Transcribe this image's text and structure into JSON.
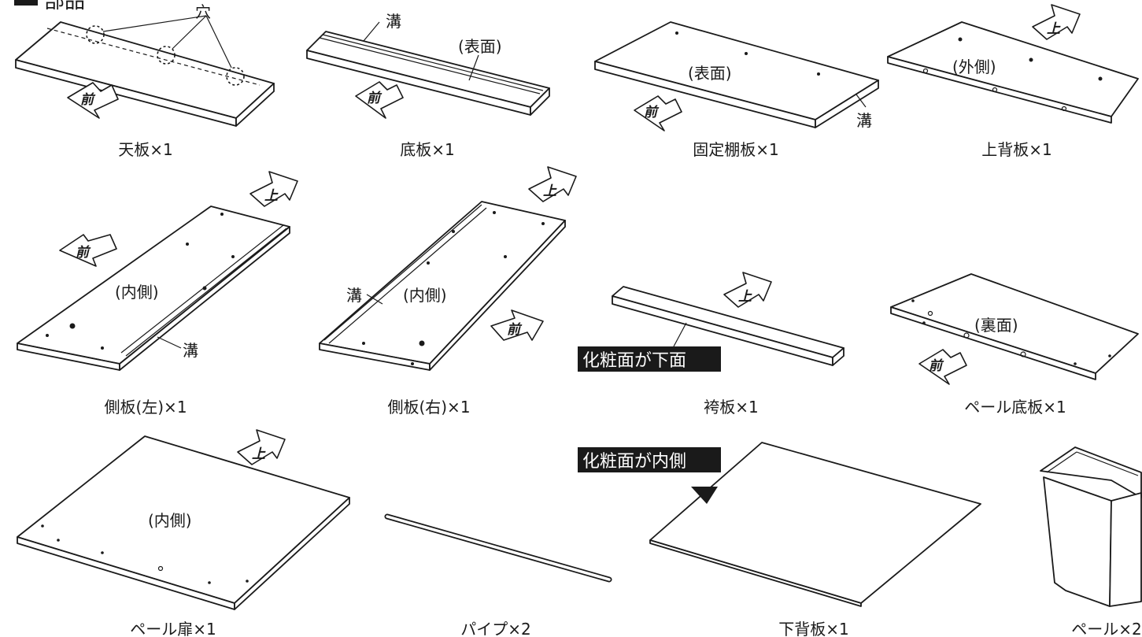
{
  "header": {
    "title_partial": "部品"
  },
  "labels": {
    "hole": "穴",
    "groove": "溝",
    "surface": "(表面)",
    "outside": "(外側)",
    "inside": "(内側)",
    "back": "(裏面)",
    "front_arrow": "前",
    "up_arrow": "上"
  },
  "tags": {
    "face_down": "化粧面が下面",
    "face_inside": "化粧面が内側"
  },
  "parts": {
    "top_board": "天板×1",
    "bottom_board": "底板×1",
    "fixed_shelf": "固定棚板×1",
    "upper_back": "上背板×1",
    "side_left": "側板(左)×1",
    "side_right": "側板(右)×1",
    "kick_board": "袴板×1",
    "pail_bottom": "ペール底板×1",
    "pail_door": "ペール扉×1",
    "pipe": "パイプ×2",
    "lower_back": "下背板×1",
    "pail": "ペール×2"
  },
  "colors": {
    "ink": "#1a1a1a",
    "tag_bg": "#1a1a1a",
    "paper": "#ffffff"
  }
}
